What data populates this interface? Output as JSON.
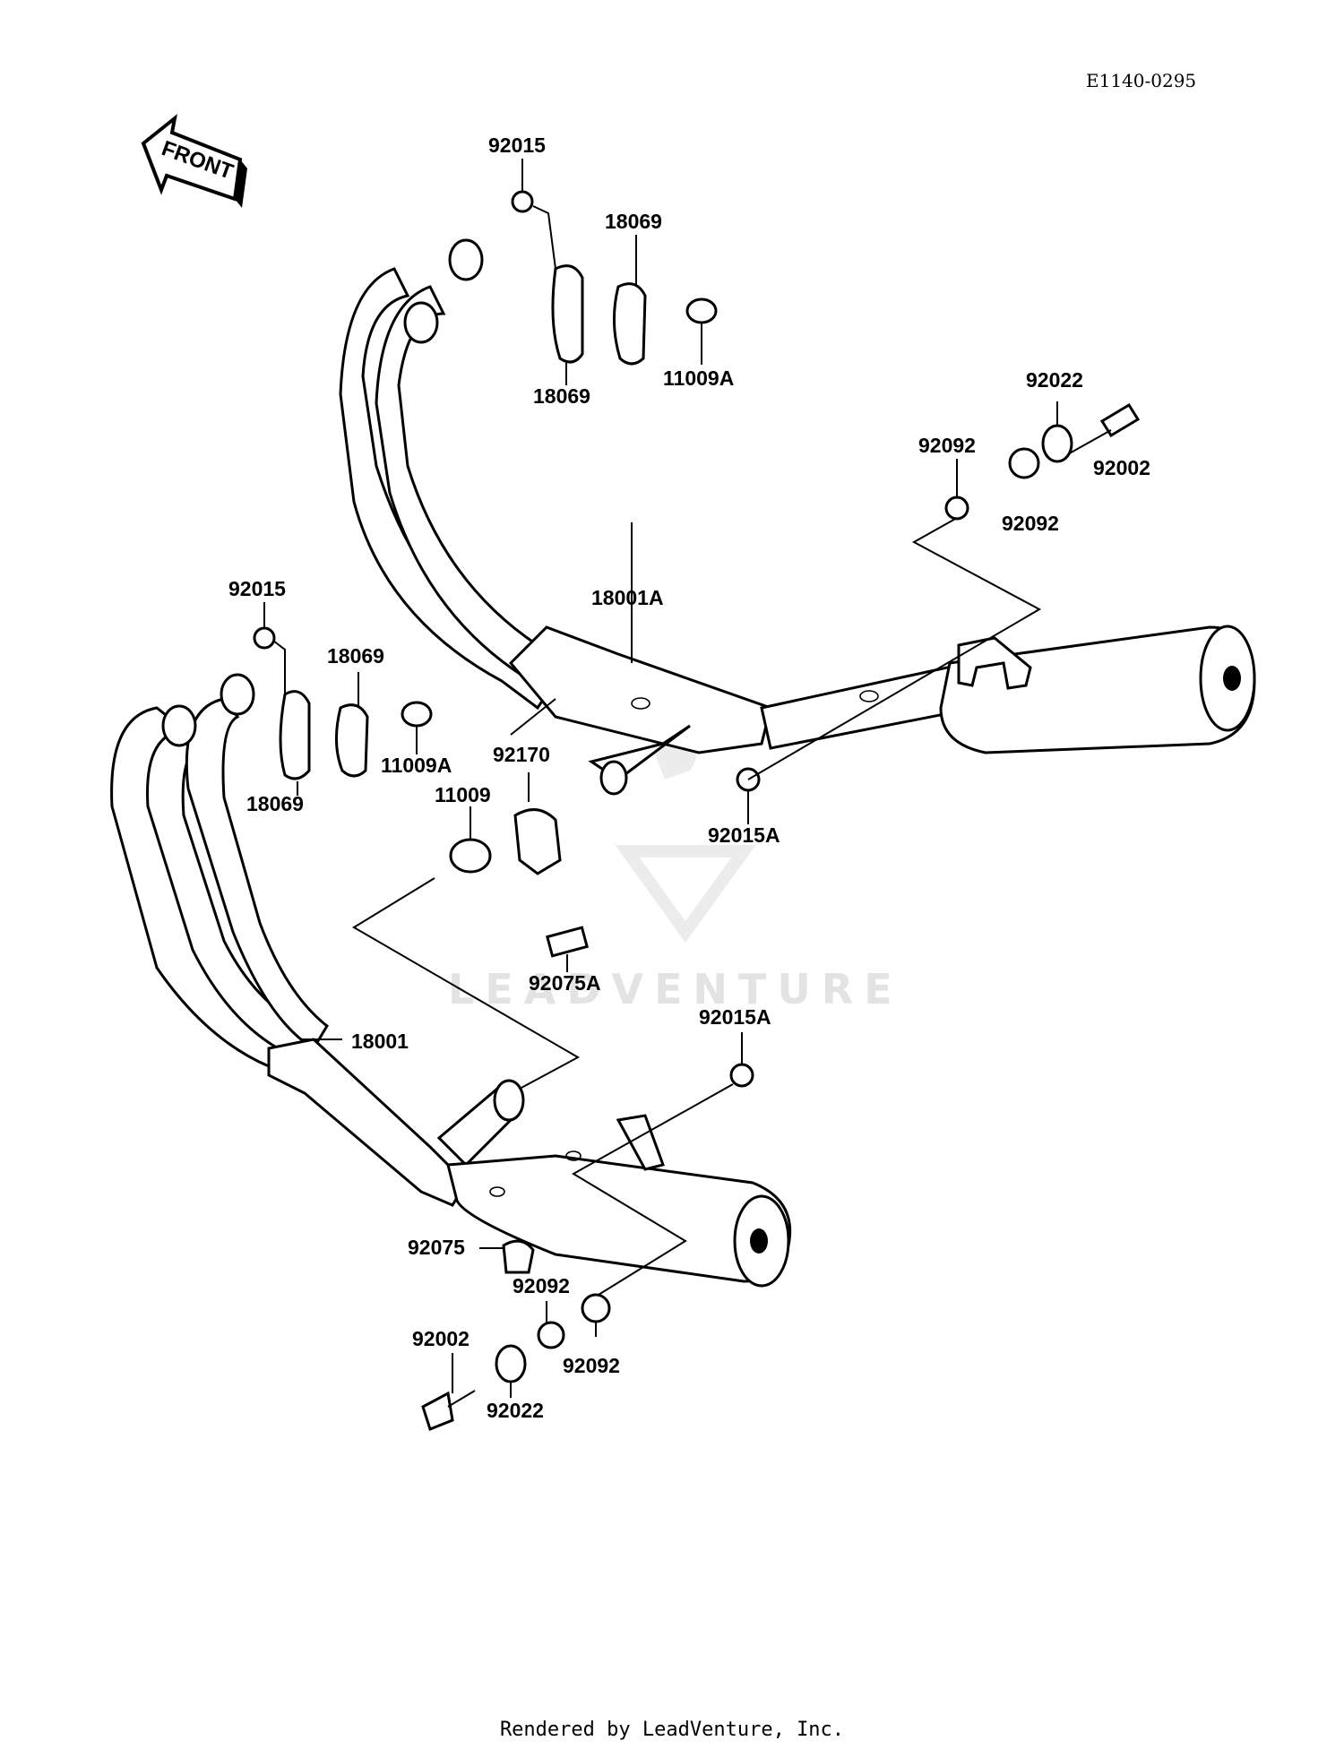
{
  "diagram_code": "E1140-0295",
  "front_arrow_label": "FRONT",
  "watermark": "LEADVENTURE",
  "footer": "Rendered by LeadVenture, Inc.",
  "labels": {
    "p92015_top": "92015",
    "p18069_top_r": "18069",
    "p18069_top_l": "18069",
    "p11009A_top": "11009A",
    "p92022_right": "92022",
    "p92002_right": "92002",
    "p92092_r1": "92092",
    "p92092_r2": "92092",
    "p18001A": "18001A",
    "p92015_left": "92015",
    "p18069_left_r": "18069",
    "p18069_left_l": "18069",
    "p11009A_left": "11009A",
    "p92170": "92170",
    "p11009": "11009",
    "p92015A_mid": "92015A",
    "p92075A": "92075A",
    "p18001": "18001",
    "p92015A_low": "92015A",
    "p92075": "92075",
    "p92092_l1": "92092",
    "p92092_l2": "92092",
    "p92002_left": "92002",
    "p92022_left": "92022"
  }
}
